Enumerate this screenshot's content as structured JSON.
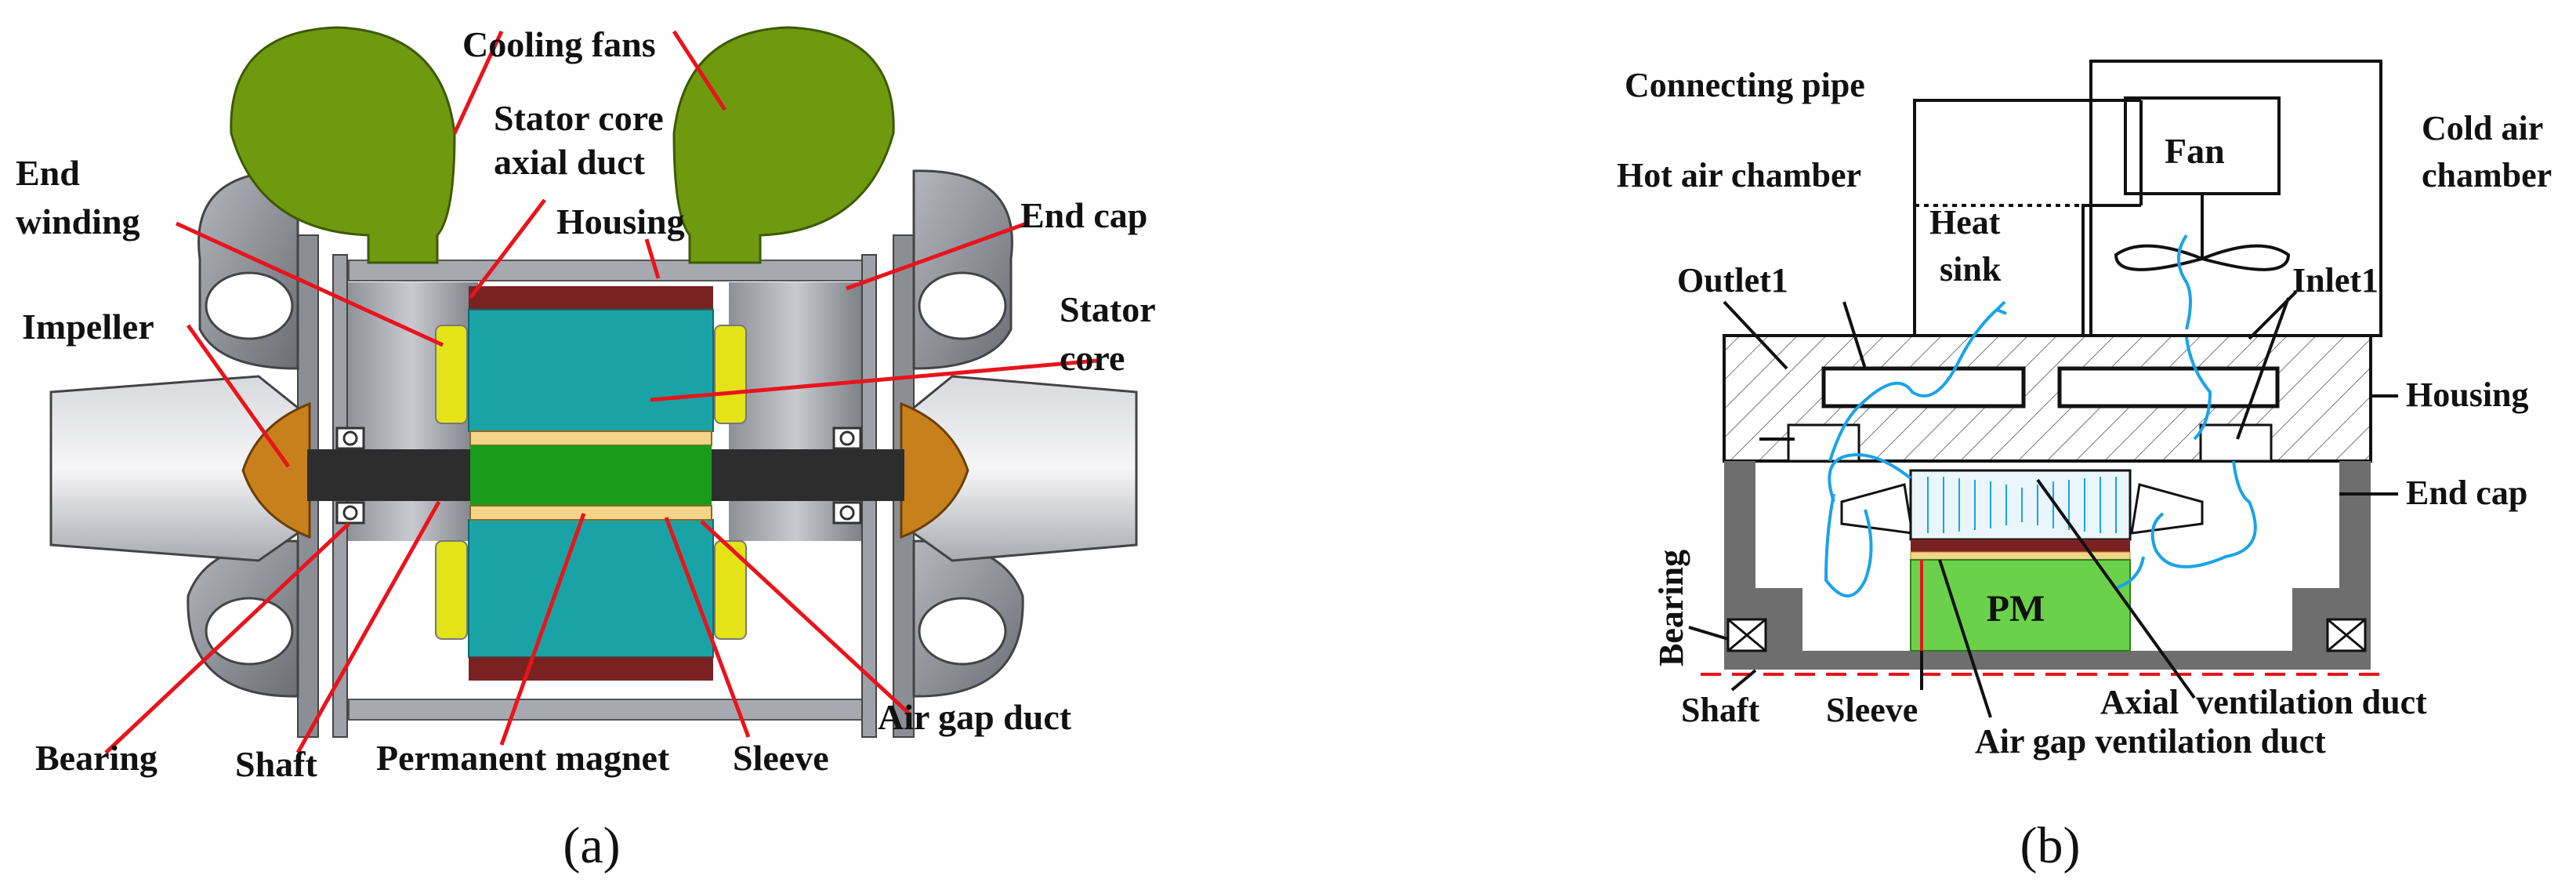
{
  "panel_a": {
    "caption": "(a)",
    "labels": {
      "cooling_fans": "Cooling fans",
      "stator_core_axial_duct_1": "Stator core",
      "stator_core_axial_duct_2": "axial duct",
      "end_winding_1": "End",
      "end_winding_2": "winding",
      "housing": "Housing",
      "end_cap": "End cap",
      "impeller": "Impeller",
      "stator_core_1": "Stator",
      "stator_core_2": "core",
      "bearing": "Bearing",
      "shaft": "Shaft",
      "permanent_magnet": "Permanent magnet",
      "sleeve": "Sleeve",
      "air_gap_duct": "Air gap duct"
    },
    "colors": {
      "fan": "#6f9a10",
      "stator": "#1aa3a6",
      "stator_end": "#7a2222",
      "magnet": "#1c9a1c",
      "sleeve": "#f3d488",
      "winding": "#e3e318",
      "impeller": "#c8801c",
      "shaft": "#2d2d2d",
      "housing": "#9a9ca4",
      "leader": "#e8141c"
    }
  },
  "panel_b": {
    "caption": "(b)",
    "labels": {
      "connecting_pipe": "Connecting pipe",
      "fan": "Fan",
      "cold_air_chamber_1": "Cold air",
      "cold_air_chamber_2": "chamber",
      "hot_air_chamber": "Hot air chamber",
      "heat_sink_1": "Heat",
      "heat_sink_2": "sink",
      "outlet1": "Outlet1",
      "inlet1": "Inlet1",
      "housing": "Housing",
      "end_cap": "End cap",
      "bearing": "Bearing",
      "pm": "PM",
      "shaft": "Shaft",
      "sleeve": "Sleeve",
      "axial_ventilation_duct": "Axial  ventilation duct",
      "air_gap_ventilation_duct": "Air gap ventilation duct"
    },
    "colors": {
      "pm": "#6bd14a",
      "flow": "#1aa3e8",
      "end_cap": "#6e6e6e",
      "shaft_line": "#e8141c"
    }
  }
}
